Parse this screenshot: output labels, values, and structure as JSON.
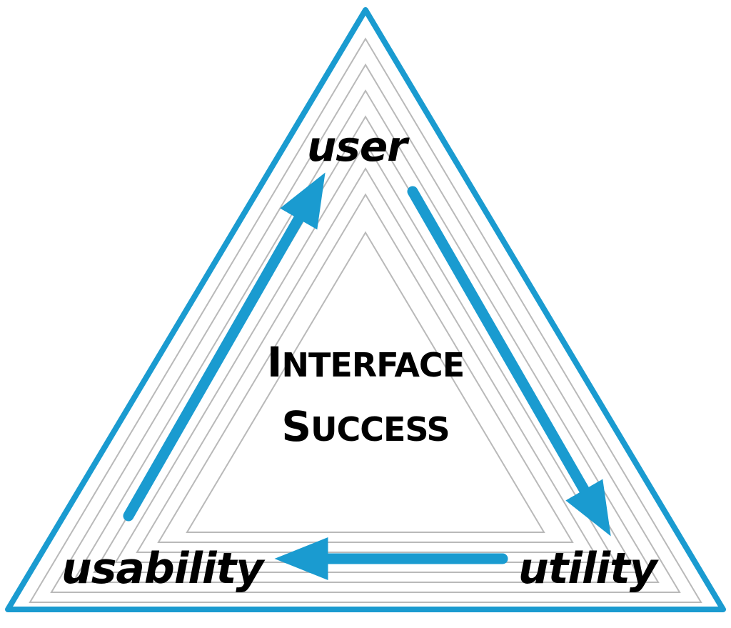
{
  "colors": {
    "accent": "#1a9bd0",
    "inner_lines": "#b9b9b9",
    "text": "#000000",
    "background": "#ffffff"
  },
  "labels": {
    "top": "user",
    "bottom_left": "usability",
    "bottom_right": "utility"
  },
  "center": {
    "line1_first": "I",
    "line1_rest": "NTERFACE",
    "line2_first": "S",
    "line2_rest": "UCCESS"
  },
  "cycle_arrows": [
    {
      "from": "user",
      "to": "utility"
    },
    {
      "from": "utility",
      "to": "usability"
    },
    {
      "from": "usability",
      "to": "user"
    }
  ]
}
